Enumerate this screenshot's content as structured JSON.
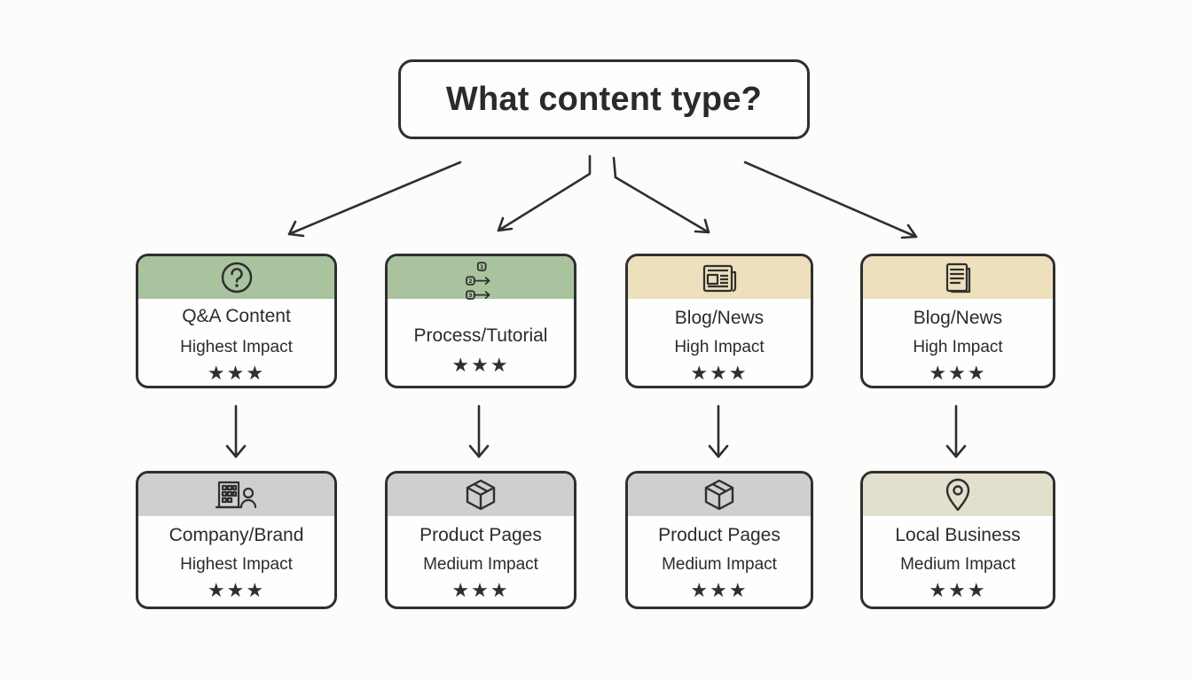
{
  "root": {
    "label": "What content type?"
  },
  "top_row": [
    {
      "title": "Q&A Content",
      "impact": "Highest Impact",
      "stars": "★★★",
      "icon": "question-circle-icon",
      "head_color": "#a9c39e"
    },
    {
      "title": "Process/Tutorial",
      "impact": "",
      "stars": "★★★",
      "icon": "numbered-steps-icon",
      "head_color": "#a9c39e"
    },
    {
      "title": "Blog/News",
      "impact": "High Impact",
      "stars": "★★★",
      "icon": "newspaper-icon",
      "head_color": "#eedfbd"
    },
    {
      "title": "Blog/News",
      "impact": "High Impact",
      "stars": "★★★",
      "icon": "document-icon",
      "head_color": "#eedfbd"
    }
  ],
  "bottom_row": [
    {
      "title": "Company/Brand",
      "impact": "Highest Impact",
      "stars": "★★★",
      "icon": "building-person-icon",
      "head_color": "#cfcfcf"
    },
    {
      "title": "Product Pages",
      "impact": "Medium Impact",
      "stars": "★★★",
      "icon": "box-icon",
      "head_color": "#cfcfcf"
    },
    {
      "title": "Product Pages",
      "impact": "Medium Impact",
      "stars": "★★★",
      "icon": "box-icon",
      "head_color": "#cfcfcf"
    },
    {
      "title": "Local Business",
      "impact": "Medium Impact",
      "stars": "★★★",
      "icon": "map-pin-icon",
      "head_color": "#e2dfcd"
    }
  ]
}
